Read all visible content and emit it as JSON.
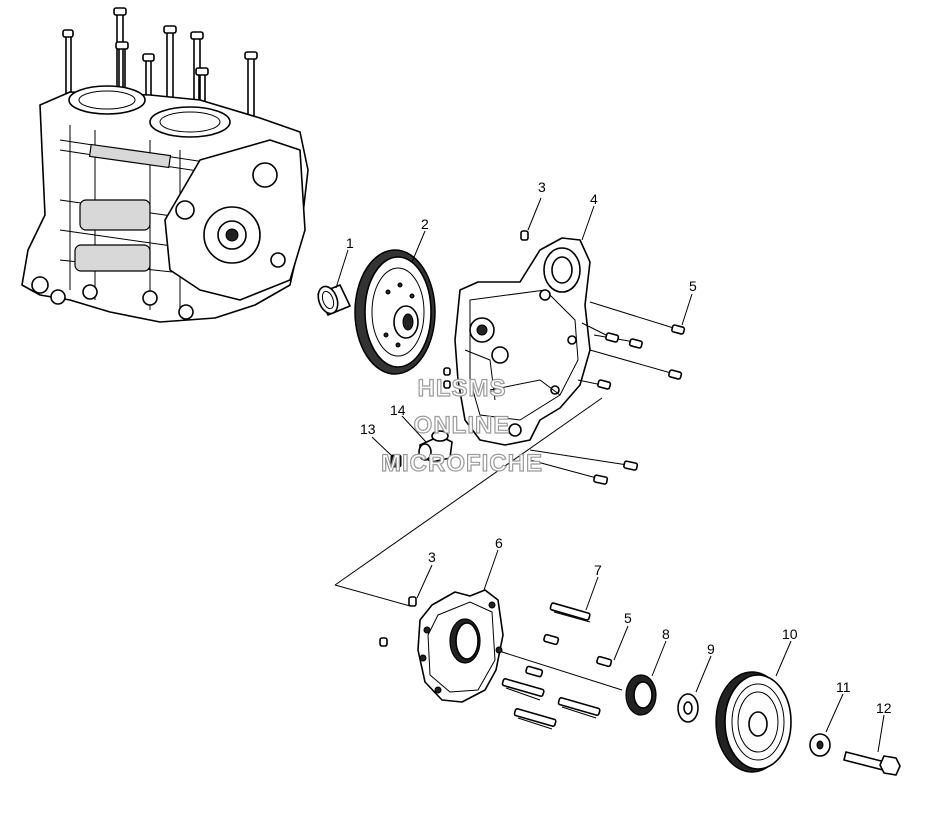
{
  "watermark": {
    "line1": "HLSMS",
    "line2": "ONLINE",
    "line3": "MICROFICHE"
  },
  "callouts": {
    "c1": "1",
    "c2": "2",
    "c3_top": "3",
    "c4": "4",
    "c5_top": "5",
    "c13": "13",
    "c14": "14",
    "c3_bottom": "3",
    "c6": "6",
    "c7": "7",
    "c5_bottom": "5",
    "c8": "8",
    "c9": "9",
    "c10": "10",
    "c11": "11",
    "c12": "12"
  }
}
